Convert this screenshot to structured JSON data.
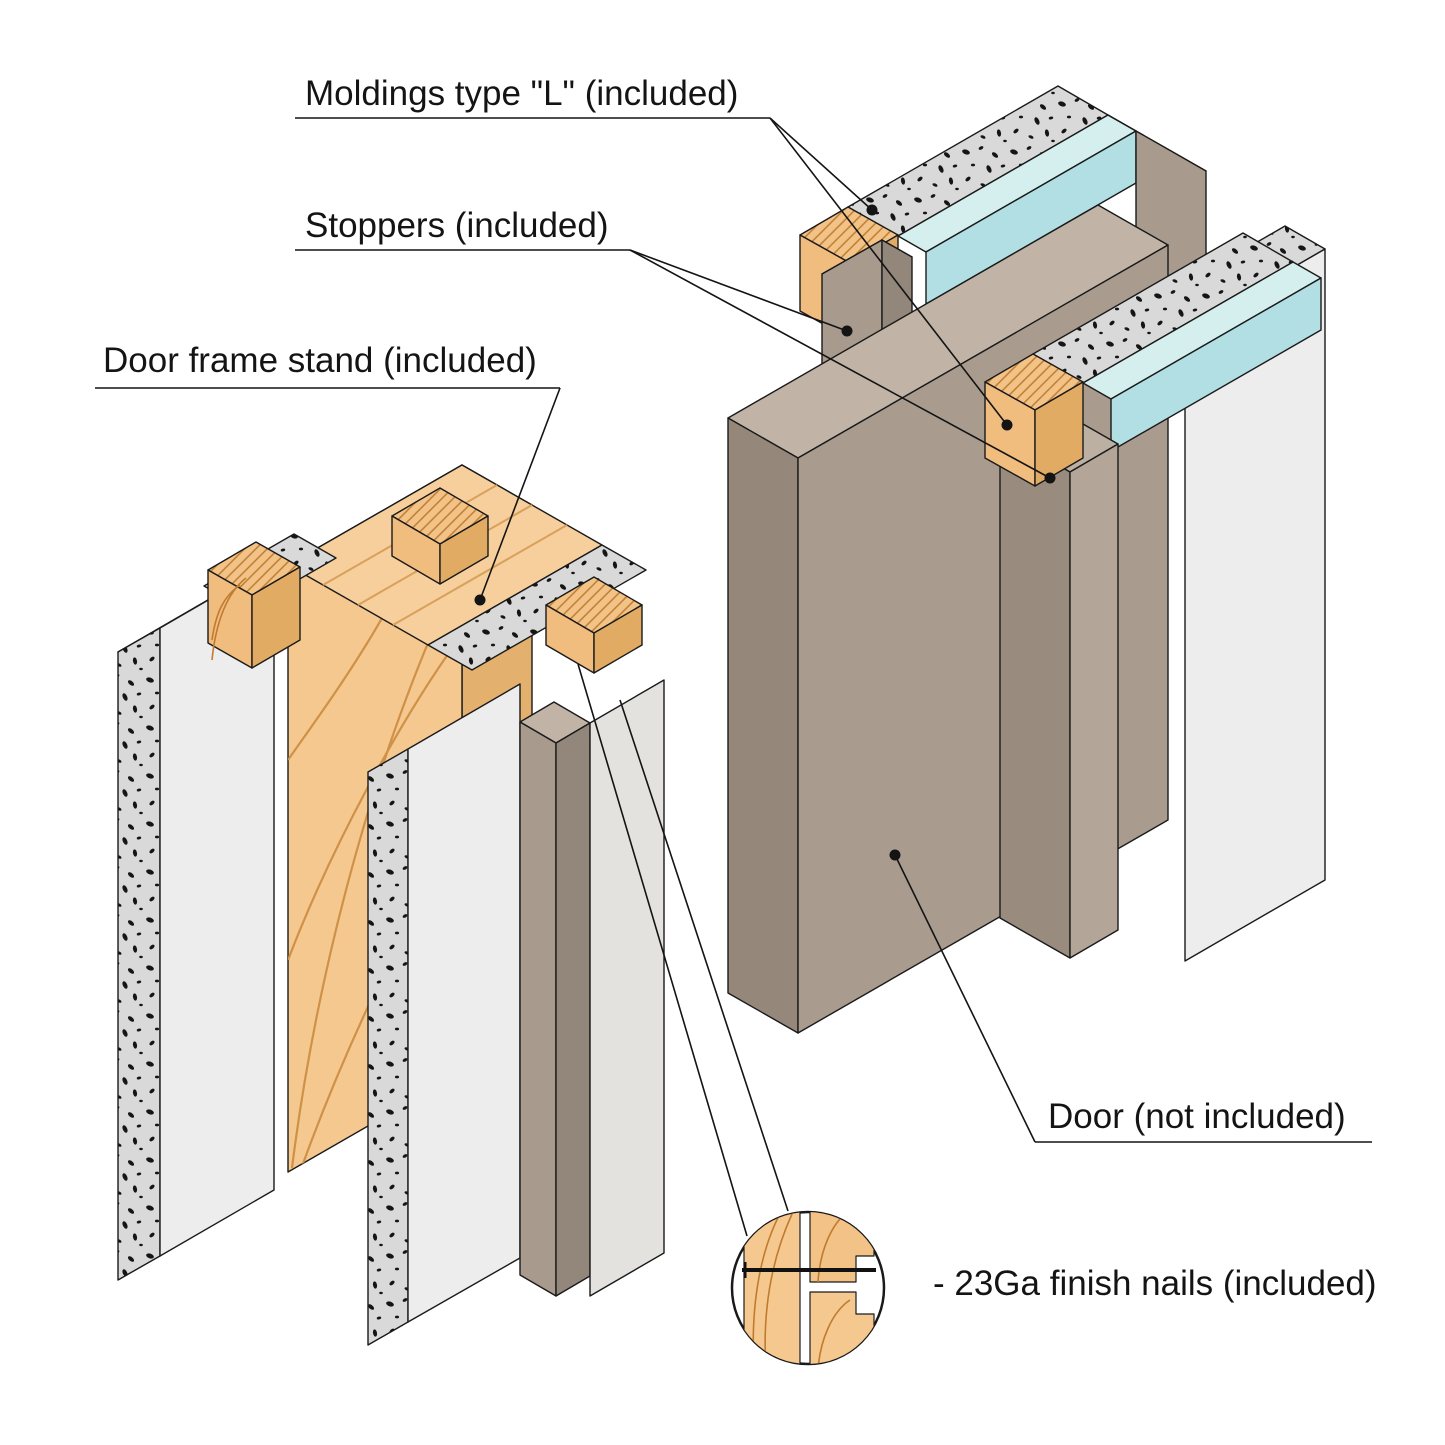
{
  "figure": {
    "type": "technical-diagram",
    "subject": "Exploded isometric view of a door frame kit assembly"
  },
  "labels": {
    "moldings": "Moldings type \"L\" (included)",
    "stoppers": "Stoppers (included)",
    "frame_stand": "Door frame stand (included)",
    "door": "Door (not included)",
    "nails": "- 23Ga finish nails (included)"
  },
  "colors": {
    "background": "#ffffff",
    "outline": "#1a1a1a",
    "wood_face": "#f5c88f",
    "wood_grain": "#cf9148",
    "wood_end_light": "#f0bd7f",
    "wood_end_dark": "#e2ab63",
    "speckle_board": "#d9d9d9",
    "speckle_dot": "#151515",
    "panel_gray": "#ededed",
    "door_taupe": "#a99c8e",
    "taupe_dark": "#95887a",
    "taupe_light": "#c1b4a6",
    "molding_teal_top": "#d5eeee",
    "molding_teal_front": "#b2dfe3"
  }
}
